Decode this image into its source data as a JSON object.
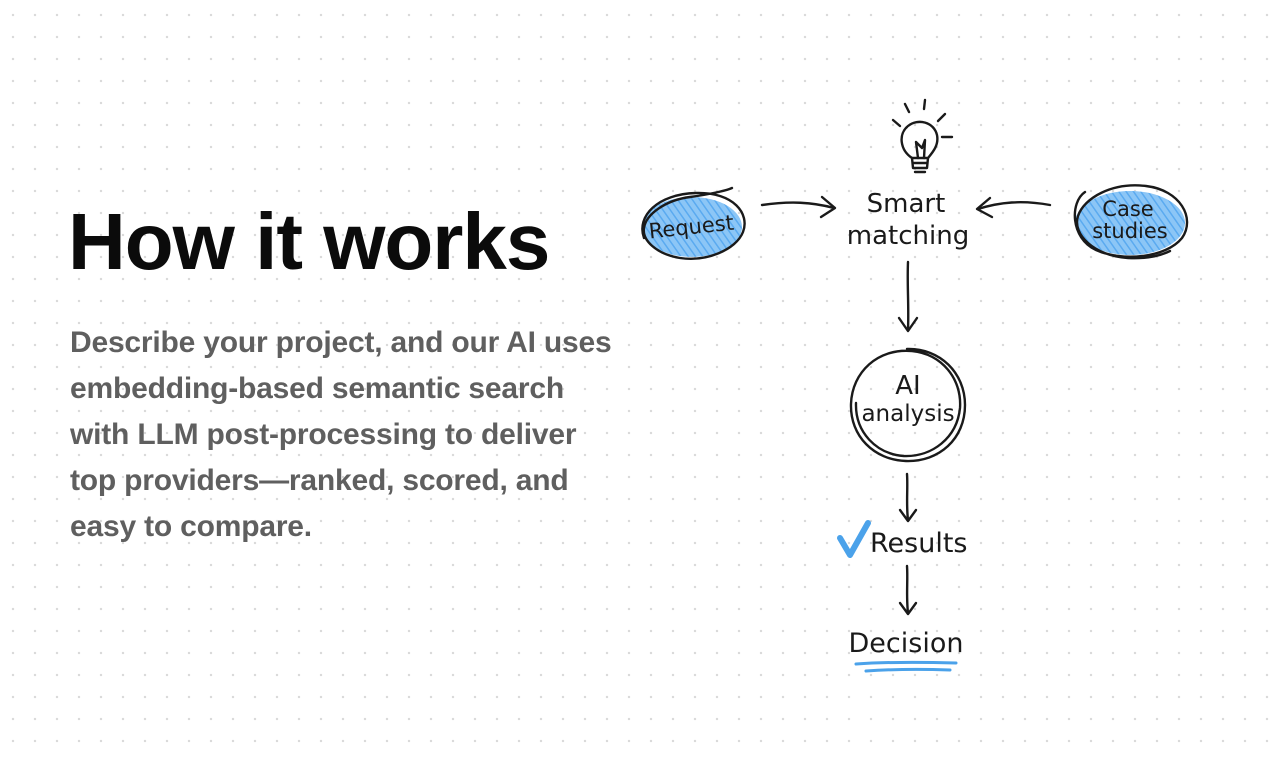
{
  "heading": "How it works",
  "description": "Describe your project, and our AI uses embedding-based semantic search with LLM post-processing to deliver top providers—ranked, scored, and easy to compare.",
  "diagram": {
    "request": "Request",
    "smart_matching_line1": "Smart",
    "smart_matching_line2": "matching",
    "case_studies_line1": "Case",
    "case_studies_line2": "studies",
    "ai_analysis_line1": "AI",
    "ai_analysis_line2": "analysis",
    "results": "Results",
    "decision": "Decision"
  },
  "colors": {
    "accent_blue": "#6bb6f2",
    "ink": "#1a1a1a",
    "heading": "#0b0b0b",
    "body_text": "#5f5f5f"
  },
  "icons": {
    "idea": "lightbulb-icon",
    "results_mark": "checkmark-icon"
  }
}
